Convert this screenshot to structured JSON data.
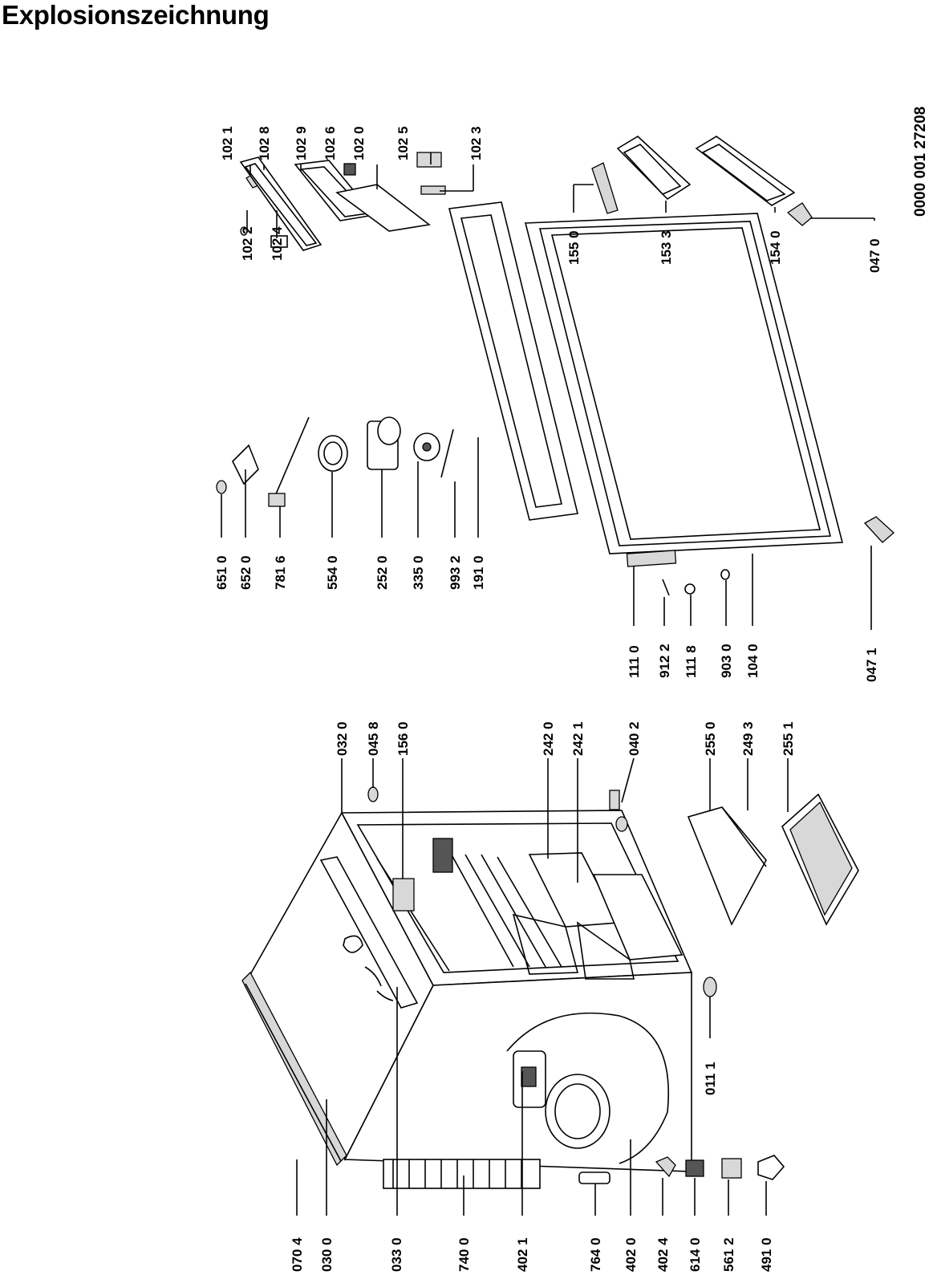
{
  "title": "Explosionszeichnung",
  "document_number": "0000 001 27208",
  "colors": {
    "ink": "#000000",
    "paper": "#ffffff"
  },
  "parts": [
    {
      "id": "p0704",
      "label": "070 4"
    },
    {
      "id": "p0300",
      "label": "030 0"
    },
    {
      "id": "p0330",
      "label": "033 0"
    },
    {
      "id": "p7400",
      "label": "740 0"
    },
    {
      "id": "p4021",
      "label": "402 1"
    },
    {
      "id": "p7640",
      "label": "764 0"
    },
    {
      "id": "p4020",
      "label": "402 0"
    },
    {
      "id": "p4024",
      "label": "402 4"
    },
    {
      "id": "p6140",
      "label": "614 0"
    },
    {
      "id": "p5612",
      "label": "561 2"
    },
    {
      "id": "p4910",
      "label": "491 0"
    },
    {
      "id": "p0111",
      "label": "011 1"
    },
    {
      "id": "p0320",
      "label": "032 0"
    },
    {
      "id": "p0458",
      "label": "045 8"
    },
    {
      "id": "p1560",
      "label": "156 0"
    },
    {
      "id": "p2420",
      "label": "242 0"
    },
    {
      "id": "p2421",
      "label": "242 1"
    },
    {
      "id": "p0402",
      "label": "040 2"
    },
    {
      "id": "p2550",
      "label": "255 0"
    },
    {
      "id": "p2493",
      "label": "249 3"
    },
    {
      "id": "p2551",
      "label": "255 1"
    },
    {
      "id": "p6510",
      "label": "651 0"
    },
    {
      "id": "p6520",
      "label": "652 0"
    },
    {
      "id": "p7816",
      "label": "781 6"
    },
    {
      "id": "p5540",
      "label": "554 0"
    },
    {
      "id": "p2520",
      "label": "252 0"
    },
    {
      "id": "p3350",
      "label": "335 0"
    },
    {
      "id": "p9932",
      "label": "993 2"
    },
    {
      "id": "p1910",
      "label": "191 0"
    },
    {
      "id": "p1110",
      "label": "111 0"
    },
    {
      "id": "p9122",
      "label": "912 2"
    },
    {
      "id": "p1118",
      "label": "111 8"
    },
    {
      "id": "p9030",
      "label": "903 0"
    },
    {
      "id": "p1040",
      "label": "104 0"
    },
    {
      "id": "p0471",
      "label": "047 1"
    },
    {
      "id": "p1022",
      "label": "102 2"
    },
    {
      "id": "p1024",
      "label": "102 4"
    },
    {
      "id": "p1021",
      "label": "102 1"
    },
    {
      "id": "p1028",
      "label": "102 8"
    },
    {
      "id": "p1029",
      "label": "102 9"
    },
    {
      "id": "p1026",
      "label": "102 6"
    },
    {
      "id": "p1020",
      "label": "102 0"
    },
    {
      "id": "p1025",
      "label": "102 5"
    },
    {
      "id": "p1023",
      "label": "102 3"
    },
    {
      "id": "p1550",
      "label": "155 0"
    },
    {
      "id": "p1533",
      "label": "153 3"
    },
    {
      "id": "p1540",
      "label": "154 0"
    },
    {
      "id": "p0470",
      "label": "047 0"
    }
  ]
}
